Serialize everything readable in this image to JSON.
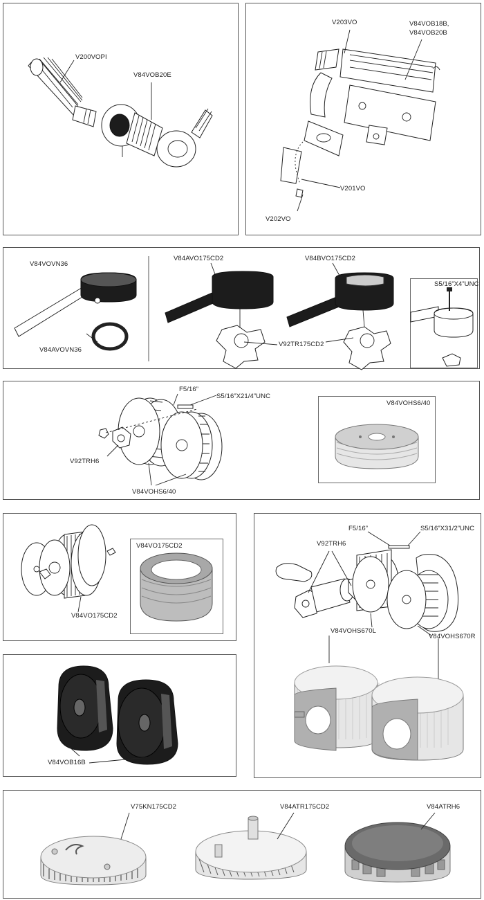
{
  "labels": {
    "v200vopi": "V200VOPI",
    "v84vob20e": "V84VOB20E",
    "v203vo": "V203VO",
    "v84vob18b": "V84VOB18B,",
    "v84vob20b": "V84VOB20B",
    "v201vo": "V201VO",
    "v202vo": "V202VO",
    "v84vovn36_top": "V84VOVN36",
    "v84avovn36": "V84AVOVN36",
    "v84avo175cd2": "V84AVO175CD2",
    "v84bvo175cd2": "V84BVO175CD2",
    "v92tr175cd2": "V92TR175CD2",
    "s5_16x4unc": "S5/16”X4”UNC",
    "f5_16_a": "F5/16”",
    "s5_16x21_4unc": "S5/16”X21/4”UNC",
    "v92trh6_a": "V92TRH6",
    "v84vohs6_40_a": "V84VOHS6/40",
    "v84vohs6_40_b": "V84VOHS6/40",
    "v84vo175cd2_a": "V84VO175CD2",
    "v84vo175cd2_b": "V84VO175CD2",
    "f5_16_b": "F5/16”",
    "s5_16x31_2unc": "S5/16”X31/2”UNC",
    "v92trh6_b": "V92TRH6",
    "v84vohs670l": "V84VOHS670L",
    "v84vohs670r": "V84VOHS670R",
    "v84vob16b": "V84VOB16B",
    "v75kn175cd2": "V75KN175CD2",
    "v84atr175cd2": "V84ATR175CD2",
    "v84atrh6": "V84ATRH6"
  }
}
